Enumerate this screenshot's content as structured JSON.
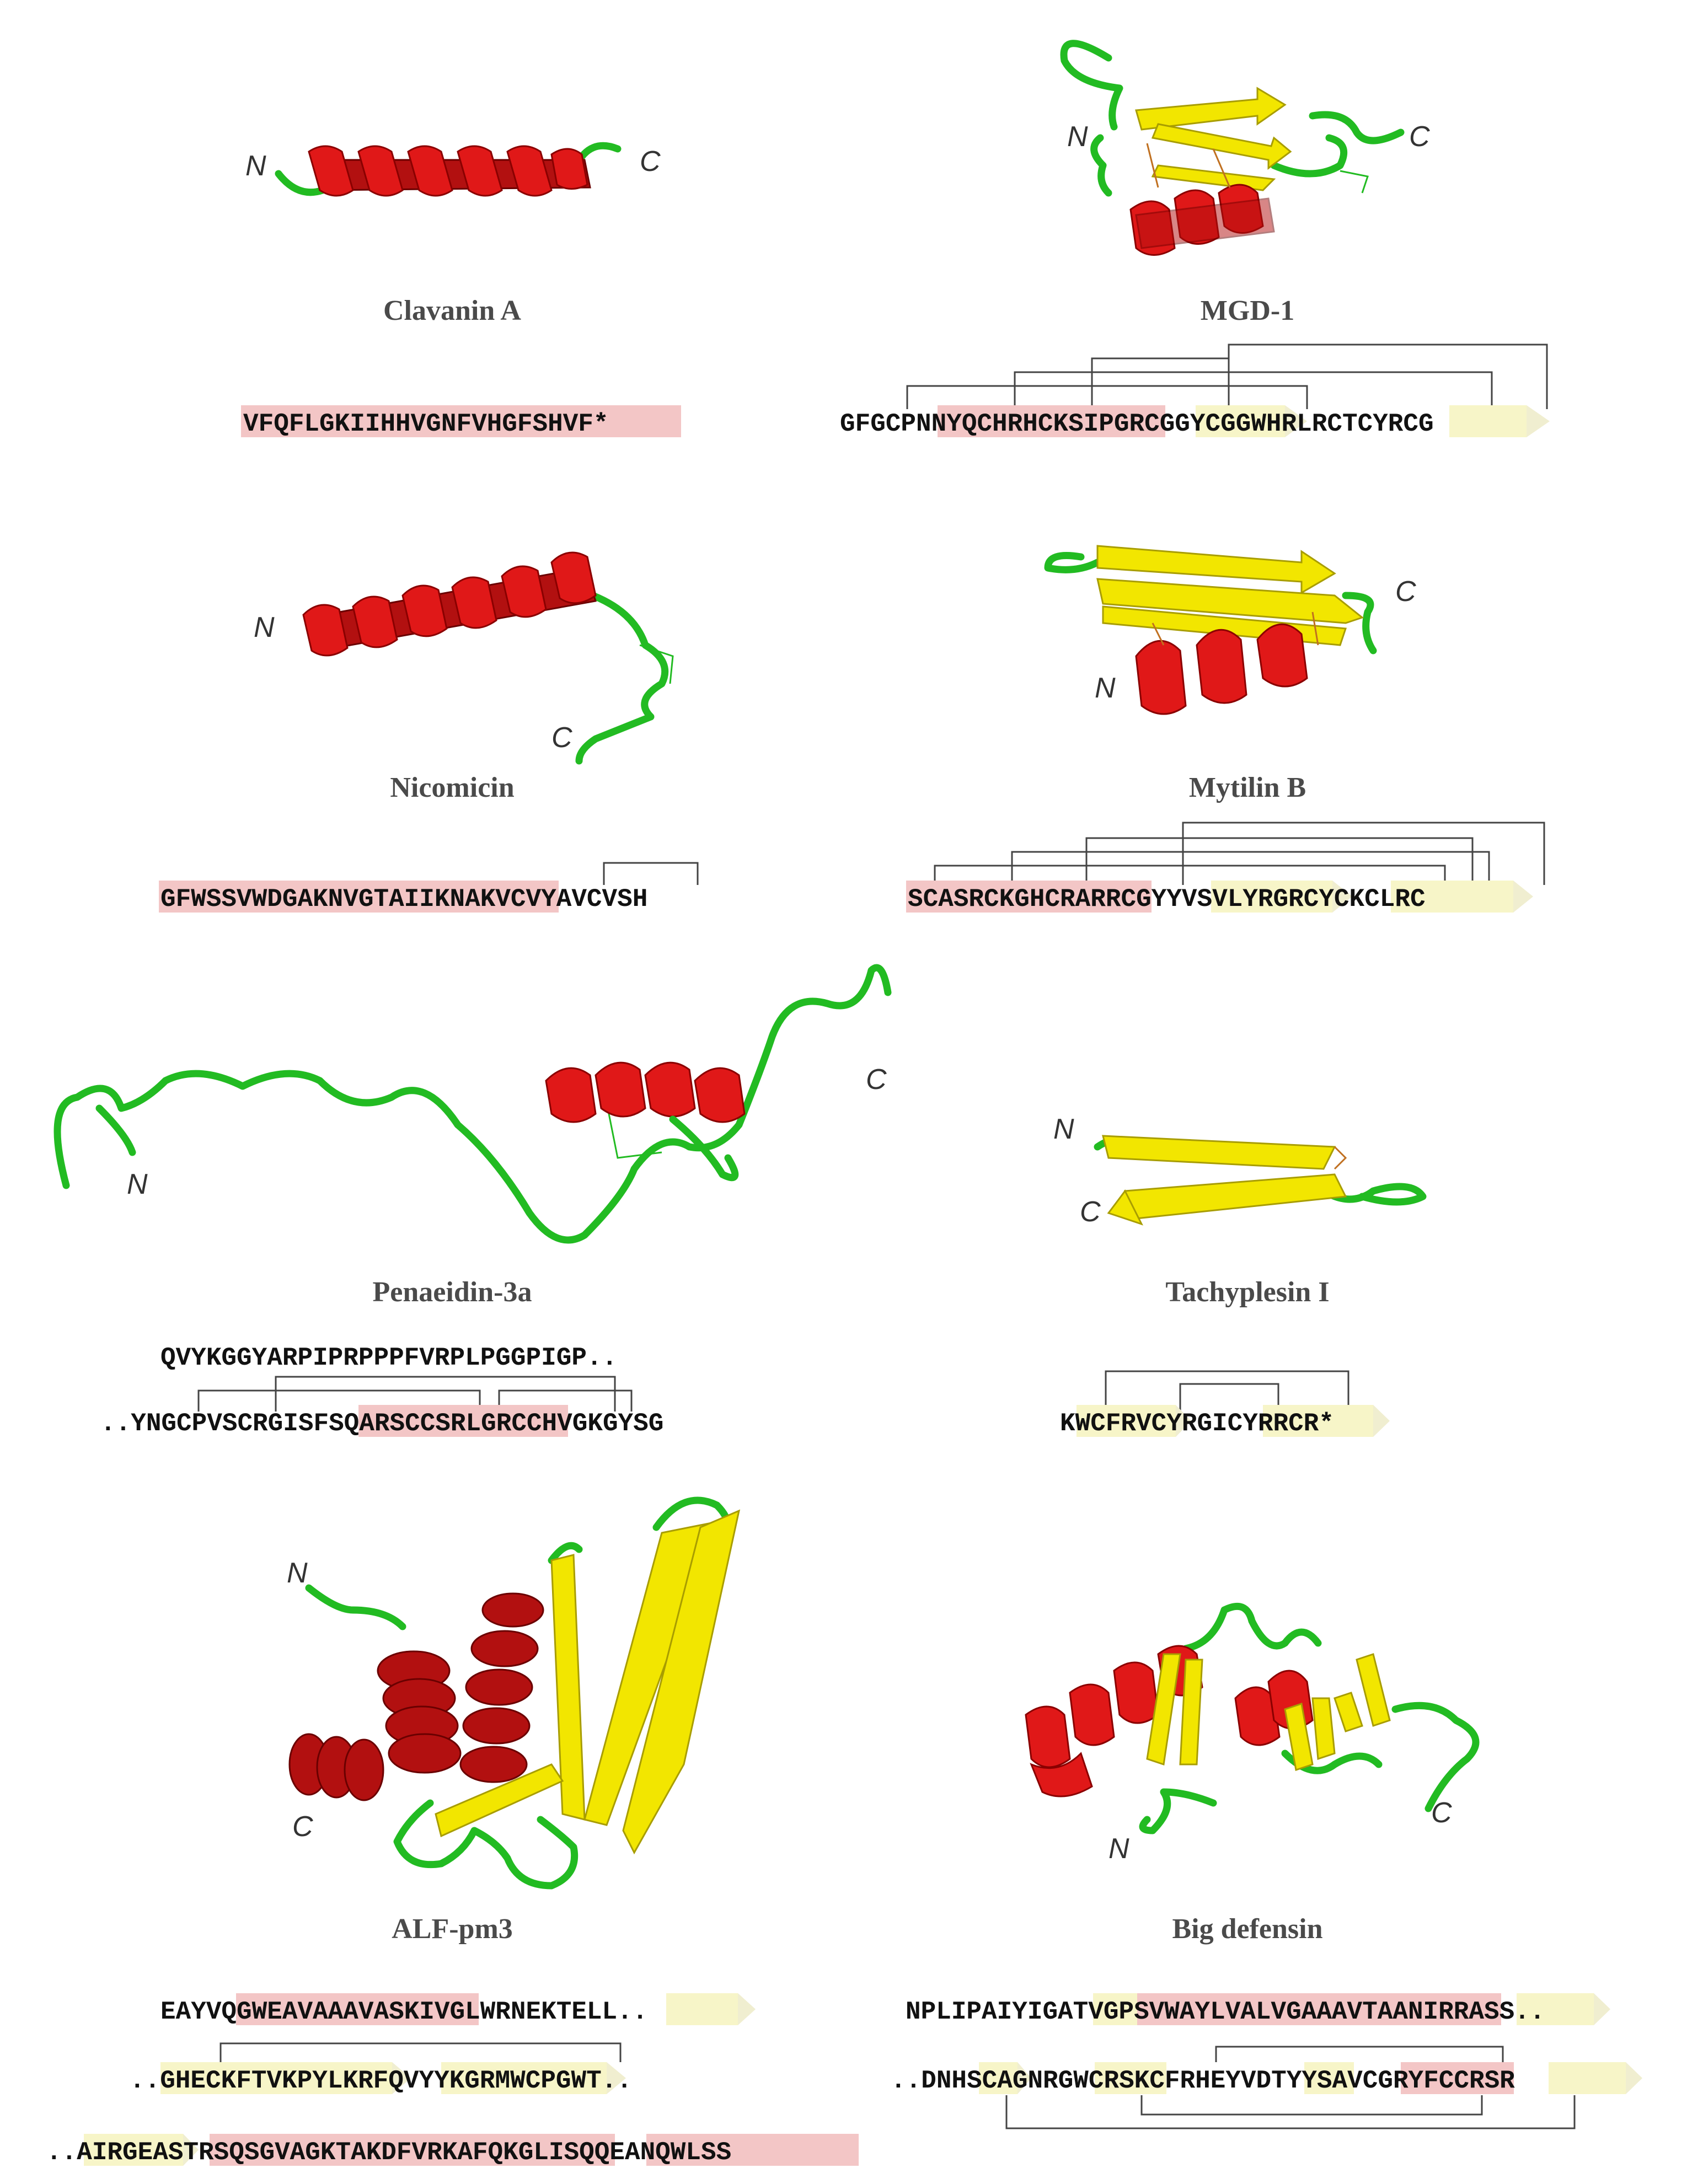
{
  "panels": [
    {
      "name": "Clavanin A",
      "n": "N",
      "c": "C",
      "seq": "VFQFLGKIIHHVGNFVHGFSHVF*"
    },
    {
      "name": "MGD-1",
      "n": "N",
      "c": "C",
      "seq": "GFGCPNNYQCHRHCKSIPGRCGGYCGGWHRLRCTCYRCG"
    },
    {
      "name": "Nicomicin",
      "n": "N",
      "c": "C",
      "seq": "GFWSSVWDGAKNVGTAIIKNAKVCVYAVCVSH"
    },
    {
      "name": "Mytilin B",
      "n": "N",
      "c": "C",
      "seq": "SCASRCKGHCRARRCGYYVSVLYRGRCYCKCLRC"
    },
    {
      "name": "Penaeidin-3a",
      "n": "N",
      "c": "C",
      "seq1": "QVYKGGYARPIPRPPPFVRPLPGGPIGP..",
      "seq2": "..YNGCPVSCRGISFSQARSCCSRLGRCCHVGKGYSG"
    },
    {
      "name": "Tachyplesin I",
      "n": "N",
      "c": "C",
      "seq": "KWCFRVCYRGICYRRCR*"
    },
    {
      "name": "ALF-pm3",
      "n": "N",
      "c": "C",
      "seq1": "EAYVQGWEAVAAAVASKIVGLWRNEKTELL..",
      "seq2": "..GHECKFTVKPYLKRFQVYYKGRMWCPGWT..",
      "seq3": "..AIRGEASTRSQSGVAGKTAKDFVRKAFQKGLISQQEANQWLSS"
    },
    {
      "name": "Big defensin",
      "n": "N",
      "c": "C",
      "seq1": "NPLIPAIYIGATVGPSVWAYLVALVGAAAVTAANIRRASS..",
      "seq2": "..DNHSCAGNRGWCRSKCFRHEYVDTYYSAVCGRYFCCRSR"
    }
  ],
  "colors": {
    "helix": "#e01818",
    "strand": "#f2e600",
    "coil": "#22bb22",
    "helix_highlight": "#f3c6c6",
    "strand_highlight": "#f7f5c8"
  }
}
